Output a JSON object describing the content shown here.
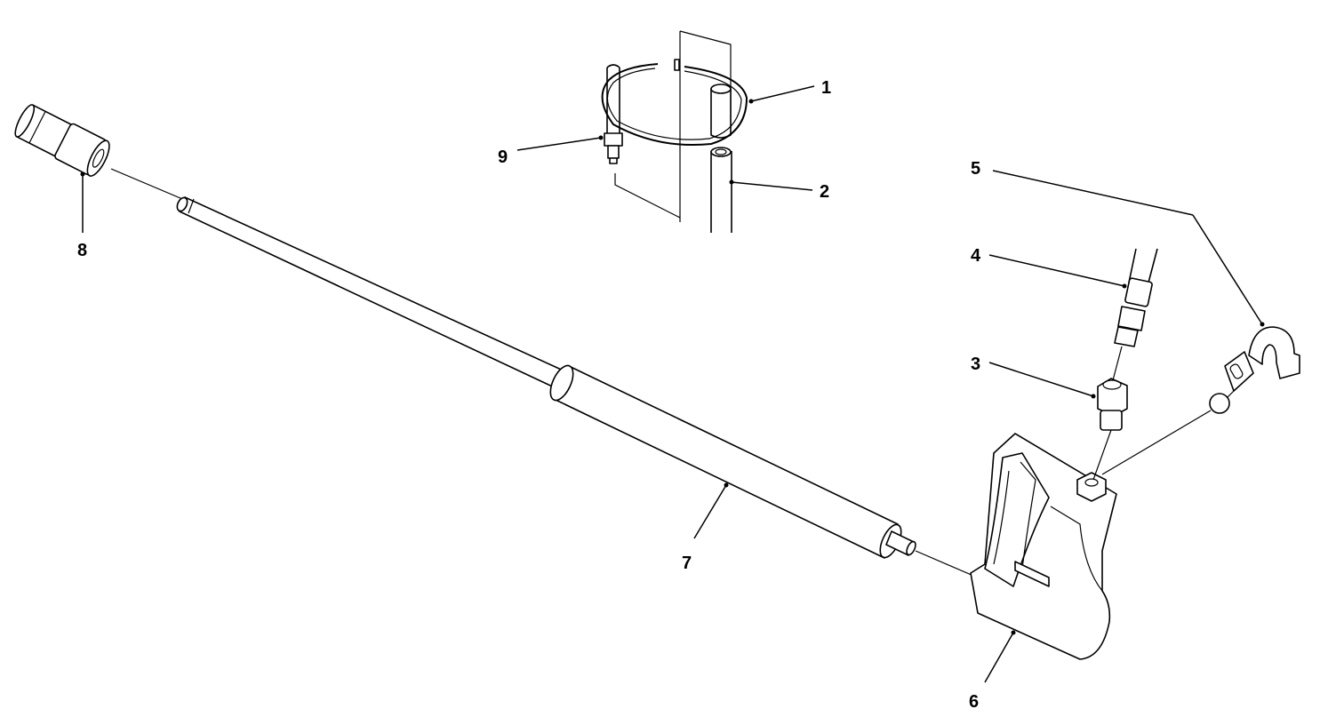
{
  "callouts": [
    {
      "id": "1",
      "text": "1"
    },
    {
      "id": "2",
      "text": "2"
    },
    {
      "id": "3",
      "text": "3"
    },
    {
      "id": "4",
      "text": "4"
    },
    {
      "id": "5",
      "text": "5"
    },
    {
      "id": "6",
      "text": "6"
    },
    {
      "id": "7",
      "text": "7"
    },
    {
      "id": "8",
      "text": "8"
    },
    {
      "id": "9",
      "text": "9"
    }
  ],
  "parts": [
    {
      "callout": "1",
      "name": "clamp-band"
    },
    {
      "callout": "2",
      "name": "tube"
    },
    {
      "callout": "3",
      "name": "adapter-fitting"
    },
    {
      "callout": "4",
      "name": "hose"
    },
    {
      "callout": "5",
      "name": "hose-clip"
    },
    {
      "callout": "6",
      "name": "gun-handle"
    },
    {
      "callout": "7",
      "name": "wand"
    },
    {
      "callout": "8",
      "name": "nozzle"
    },
    {
      "callout": "9",
      "name": "clamp-fastener"
    }
  ]
}
